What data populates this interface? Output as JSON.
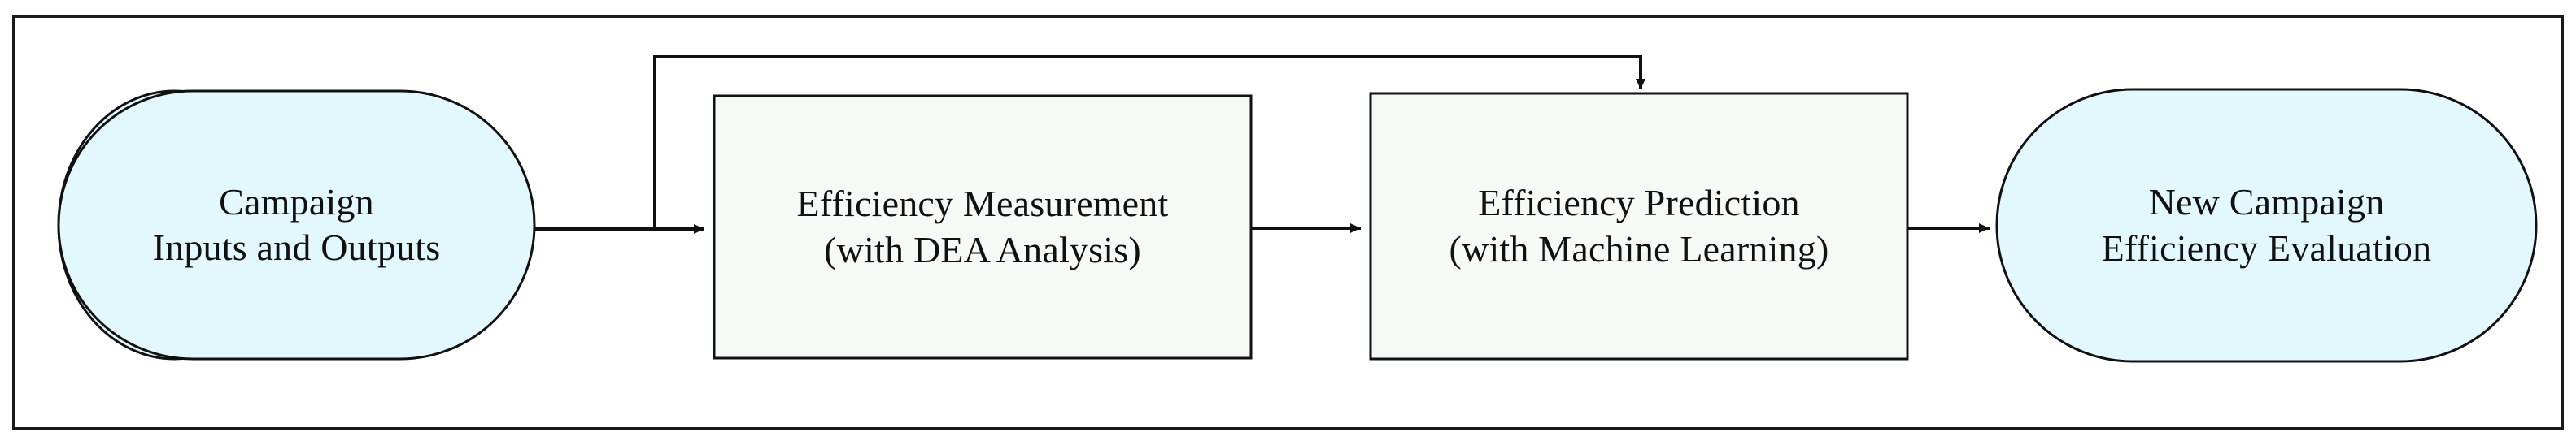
{
  "diagram": {
    "type": "flowchart",
    "orientation": "left-to-right",
    "title": "",
    "frame": {
      "border_color": "#1a1a1a"
    },
    "palette": {
      "terminator_fill": "#e2f8fc",
      "process_fill": "#f5faf6",
      "stroke": "#111111",
      "text": "#111111",
      "background": "#ffffff"
    },
    "nodes": [
      {
        "id": "node1",
        "shape": "stadium",
        "fill": "#e2f8fc",
        "lines": [
          "Campaign",
          "Inputs and Outputs"
        ]
      },
      {
        "id": "node2",
        "shape": "rectangle",
        "fill": "#f5faf6",
        "lines": [
          "Efficiency Measurement",
          "(with DEA Analysis)"
        ]
      },
      {
        "id": "node3",
        "shape": "rectangle",
        "fill": "#f5faf6",
        "lines": [
          "Efficiency Prediction",
          "(with Machine Learning)"
        ]
      },
      {
        "id": "node4",
        "shape": "stadium",
        "fill": "#e2f8fc",
        "lines": [
          "New Campaign",
          "Efficiency Evaluation"
        ]
      }
    ],
    "edges": [
      {
        "id": "edge1",
        "from": "node1",
        "to": "node2",
        "style": "solid-arrow",
        "label": ""
      },
      {
        "id": "edge2",
        "from": "node2",
        "to": "node3",
        "style": "solid-arrow",
        "label": ""
      },
      {
        "id": "edge3",
        "from": "node3",
        "to": "node4",
        "style": "solid-arrow",
        "label": ""
      },
      {
        "id": "edge4",
        "from": "node1-to-node2-link",
        "to": "node3",
        "style": "solid-arrow-feedback-top",
        "label": ""
      }
    ]
  }
}
